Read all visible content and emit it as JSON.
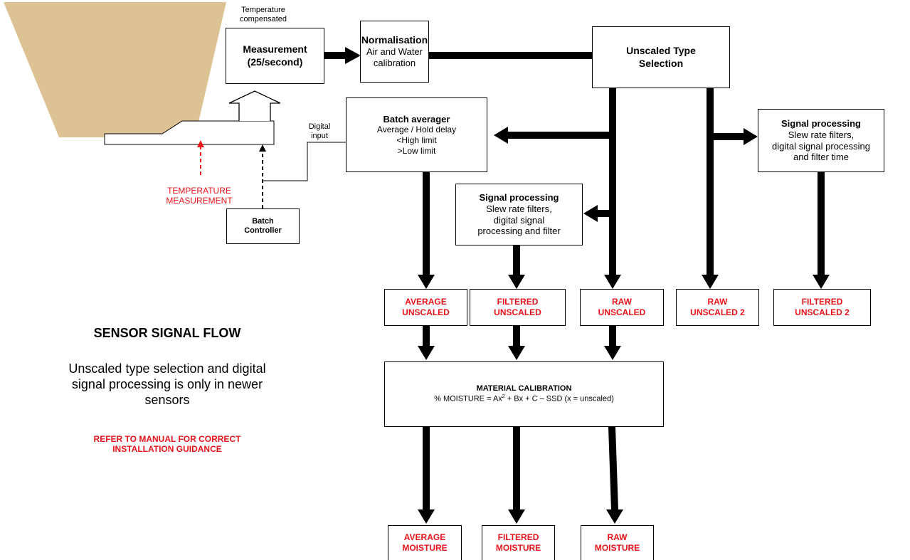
{
  "labels": {
    "temp_compensated": [
      "Temperature",
      "compensated"
    ],
    "digital_input": [
      "Digital",
      "input"
    ],
    "temperature_measurement": [
      "TEMPERATURE",
      "MEASUREMENT"
    ]
  },
  "boxes": {
    "measurement": [
      "Measurement",
      "(25/second)"
    ],
    "normalisation": {
      "title": "Normalisation",
      "lines": [
        "Air and Water",
        "calibration"
      ]
    },
    "unscaled_type": [
      "Unscaled Type",
      "Selection"
    ],
    "batch_averager": {
      "title": "Batch averager",
      "lines": [
        "Average / Hold delay",
        "<High limit",
        ">Low limit"
      ]
    },
    "signal_processing_1": {
      "title": "Signal processing",
      "lines": [
        "Slew rate filters,",
        "digital signal",
        "processing and filter"
      ]
    },
    "signal_processing_2": {
      "title": "Signal processing",
      "lines": [
        "Slew rate filters,",
        "digital signal processing",
        "and filter time"
      ]
    },
    "batch_controller": [
      "Batch",
      "Controller"
    ]
  },
  "outputs": {
    "average_unscaled": [
      "AVERAGE",
      "UNSCALED"
    ],
    "filtered_unscaled": [
      "FILTERED",
      "UNSCALED"
    ],
    "raw_unscaled": [
      "RAW",
      "UNSCALED"
    ],
    "raw_unscaled_2": [
      "RAW",
      "UNSCALED 2"
    ],
    "filtered_unscaled_2": [
      "FILTERED",
      "UNSCALED 2"
    ],
    "average_moisture": [
      "AVERAGE",
      "MOISTURE"
    ],
    "filtered_moisture": [
      "FILTERED",
      "MOISTURE"
    ],
    "raw_moisture": [
      "RAW",
      "MOISTURE"
    ]
  },
  "calibration": {
    "title": "MATERIAL CALIBRATION",
    "formula_pre": "% MOISTURE = Ax",
    "formula_sup": "2",
    "formula_post": " + Bx + C – SSD (x = unscaled)"
  },
  "side_text": {
    "heading": "SENSOR SIGNAL FLOW",
    "note": [
      "Unscaled type selection and digital",
      "signal processing is only in newer",
      "sensors"
    ],
    "warning": [
      "REFER TO MANUAL FOR CORRECT",
      "INSTALLATION GUIDANCE"
    ]
  },
  "colors": {
    "accent_red": "#e8141b",
    "bin_fill": "#ddc394",
    "line": "#000000"
  }
}
